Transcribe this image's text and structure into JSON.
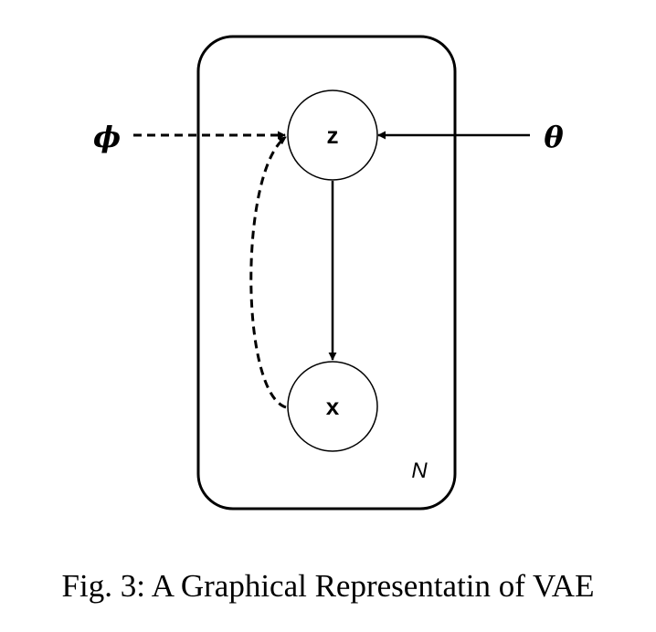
{
  "diagram": {
    "nodes": {
      "latent": {
        "label": "z"
      },
      "observed": {
        "label": "x"
      }
    },
    "params": {
      "variational": {
        "label": "ϕ"
      },
      "generative": {
        "label": "θ"
      }
    },
    "plate": {
      "label": "N"
    },
    "edges": [
      {
        "from": "phi",
        "to": "z",
        "style": "dashed"
      },
      {
        "from": "theta",
        "to": "z",
        "style": "solid"
      },
      {
        "from": "z",
        "to": "x",
        "style": "solid"
      },
      {
        "from": "x",
        "to": "z",
        "style": "dashed"
      }
    ]
  },
  "caption": "Fig. 3: A Graphical Representatin of VAE"
}
